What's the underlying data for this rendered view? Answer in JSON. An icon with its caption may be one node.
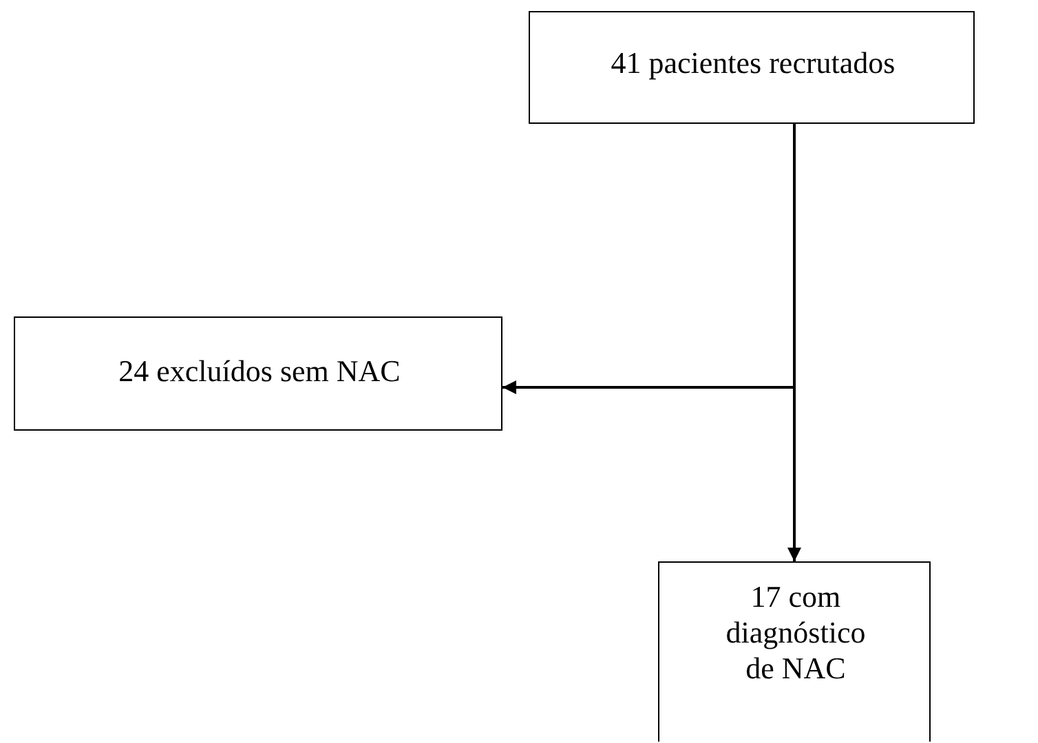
{
  "diagram": {
    "nodes": [
      {
        "text": [
          "41 pacientes recrutados"
        ]
      },
      {
        "text": [
          "24 excluídos sem NAC"
        ]
      },
      {
        "text": [
          "17 com diagnóstico de NAC"
        ]
      }
    ],
    "edges": [
      {
        "from": 0,
        "to": 2,
        "arrow": "to"
      },
      {
        "from": 0,
        "to": 1,
        "arrow": "to"
      }
    ]
  }
}
